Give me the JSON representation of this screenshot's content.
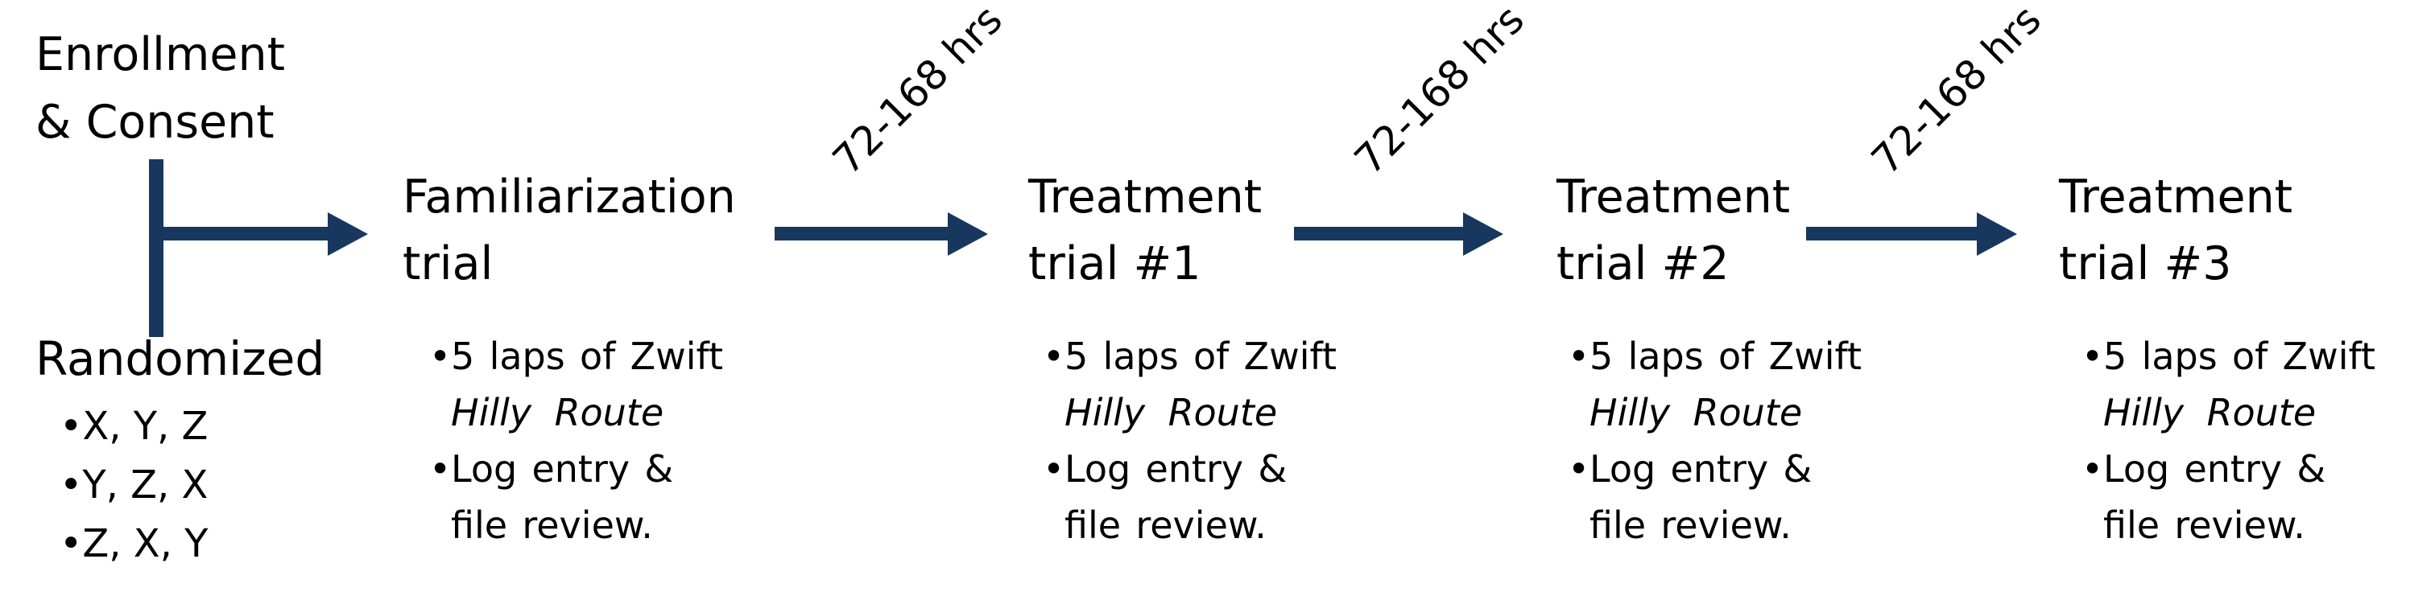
{
  "palette": {
    "background": "#ffffff",
    "text": "#000000",
    "arrow": "#17375e"
  },
  "enrollment": {
    "line1": "Enrollment",
    "line2": "& Consent"
  },
  "randomized": {
    "label": "Randomized",
    "bullet_char": "•",
    "orders": [
      "X, Y, Z",
      "Y, Z, X",
      "Z, X, Y"
    ]
  },
  "intervals": [
    "72-168 hrs",
    "72-168 hrs",
    "72-168 hrs"
  ],
  "bullet_char": "•",
  "stages": [
    {
      "title_line1": "Familiarization",
      "title_line2": "trial",
      "bullet1_text": "5 laps of Zwift",
      "bullet1_italic": "Hilly Route",
      "bullet2_line1": "Log entry &",
      "bullet2_line2": "file review."
    },
    {
      "title_line1": "Treatment",
      "title_line2": "trial #1",
      "bullet1_text": "5 laps of Zwift",
      "bullet1_italic": "Hilly Route",
      "bullet2_line1": "Log entry &",
      "bullet2_line2": "file review."
    },
    {
      "title_line1": "Treatment",
      "title_line2": "trial #2",
      "bullet1_text": "5 laps of Zwift",
      "bullet1_italic": "Hilly Route",
      "bullet2_line1": "Log entry &",
      "bullet2_line2": "file review."
    },
    {
      "title_line1": "Treatment",
      "title_line2": "trial #3",
      "bullet1_text": "5 laps of Zwift",
      "bullet1_italic": "Hilly Route",
      "bullet2_line1": "Log entry &",
      "bullet2_line2": "file review."
    }
  ]
}
